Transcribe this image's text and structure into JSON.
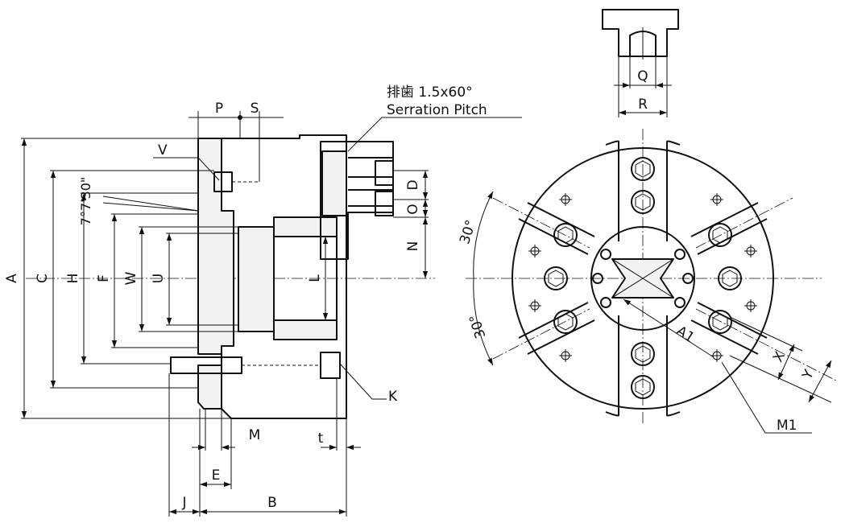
{
  "serration": {
    "spec": "排歯 1.5x60°",
    "caption": "Serration Pitch"
  },
  "side_view": {
    "labels": {
      "A": "A",
      "C": "C",
      "H": "H",
      "F": "F",
      "W": "W",
      "U": "U",
      "L": "L",
      "N": "N",
      "O": "O",
      "D": "D",
      "P": "P",
      "S": "S",
      "V": "V",
      "K": "K",
      "M": "M",
      "t": "t",
      "E": "E",
      "J": "J",
      "B": "B"
    },
    "taper_angle": "7°7'30\""
  },
  "front_view": {
    "labels": {
      "A1": "A1",
      "X": "X",
      "Y": "Y",
      "M1": "M1"
    },
    "angle_upper": "30°",
    "angle_lower": "30°"
  },
  "jaw_detail": {
    "labels": {
      "Q": "Q",
      "R": "R"
    }
  }
}
